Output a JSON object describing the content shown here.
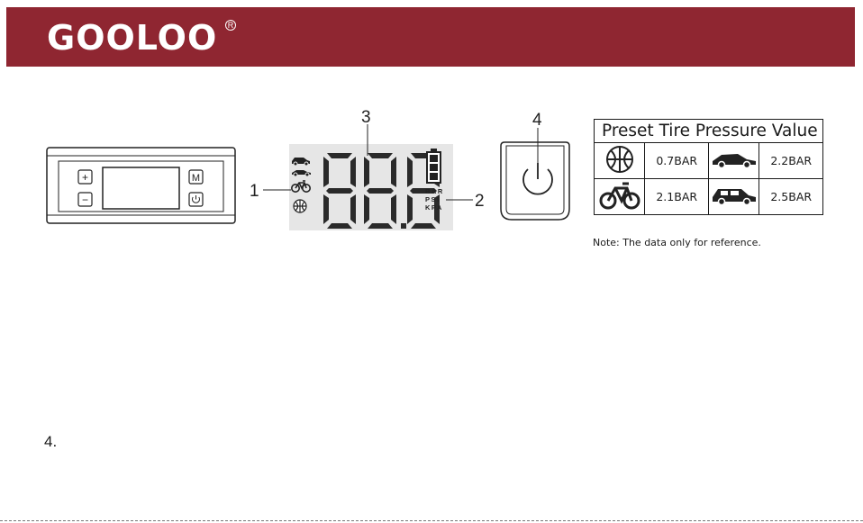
{
  "brand": {
    "logo": "GOOLOO",
    "registered": "R"
  },
  "lcd": {
    "callouts": [
      "1",
      "2",
      "3"
    ],
    "units": [
      "BAR",
      "PSI",
      "KPA"
    ]
  },
  "device": {
    "buttons": {
      "plus": "+",
      "minus": "−",
      "mode": "M"
    }
  },
  "power": {
    "callout": "4"
  },
  "preset_table": {
    "title": "Preset Tire Pressure Value",
    "rows": [
      {
        "left_icon": "ball-icon",
        "left_value": "0.7BAR",
        "right_icon": "sedan-icon",
        "right_value": "2.2BAR"
      },
      {
        "left_icon": "bicycle-icon",
        "left_value": "2.1BAR",
        "right_icon": "suv-icon",
        "right_value": "2.5BAR"
      }
    ],
    "note": "Note: The data only for reference."
  },
  "step": "4."
}
